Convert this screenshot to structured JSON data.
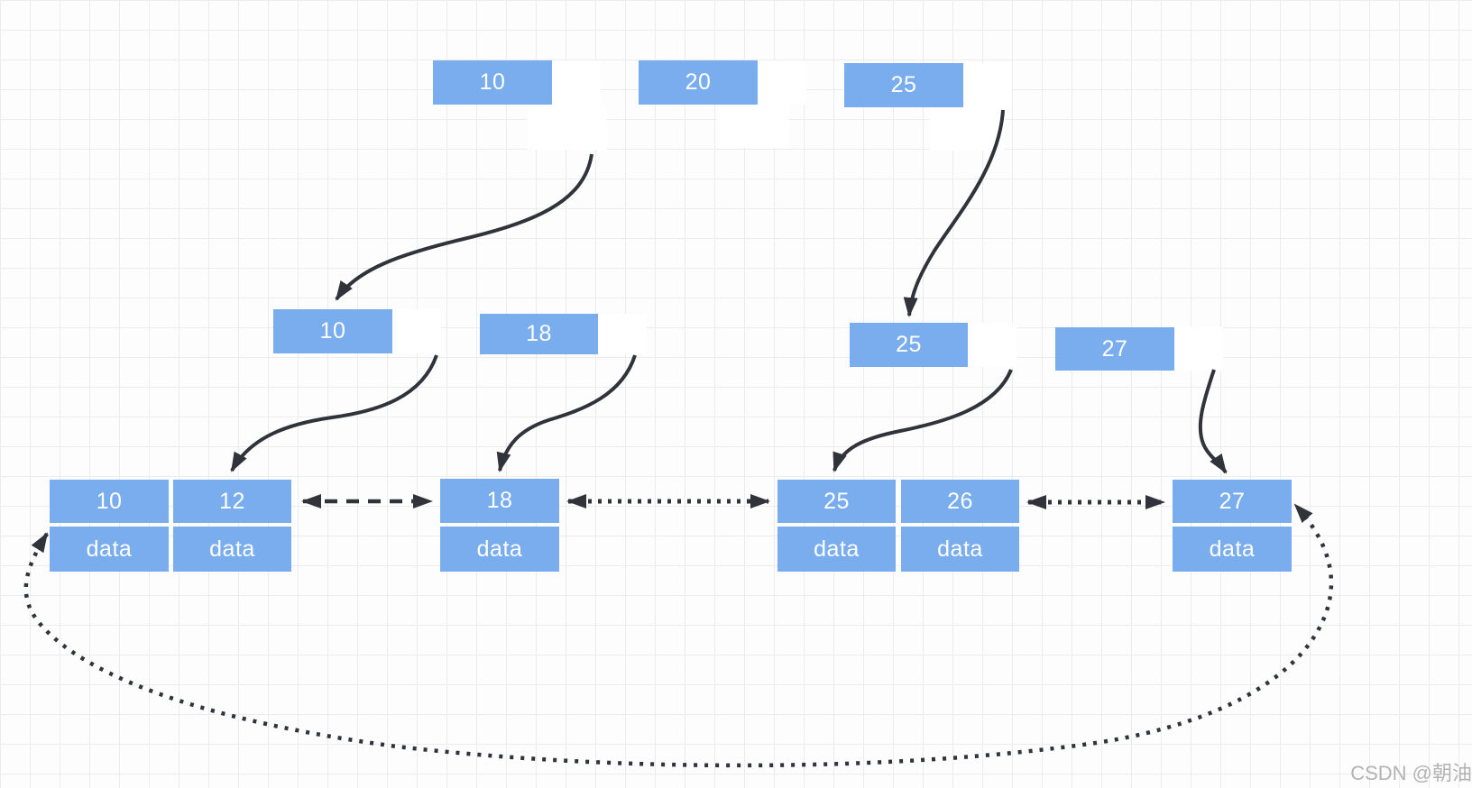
{
  "watermark": "CSDN @朝油",
  "colors": {
    "cell_fill": "#7aaded",
    "cell_text": "#ffffff",
    "arrow": "#30333a",
    "grid": "#ececec",
    "watermark_text": "#b3b3b3"
  },
  "tree": {
    "root": {
      "keys": [
        "10",
        "20",
        "25"
      ]
    },
    "internal": {
      "keys": [
        "10",
        "18",
        "25",
        "27"
      ]
    },
    "leaves": {
      "group1": {
        "keys": [
          "10",
          "12"
        ]
      },
      "group2": {
        "keys": [
          "18"
        ]
      },
      "group3": {
        "keys": [
          "25",
          "26"
        ]
      },
      "group4": {
        "keys": [
          "27"
        ]
      }
    },
    "data_label": "data"
  },
  "links": {
    "parent_child_arrows": [
      {
        "from": "root:10",
        "to": "internal:10",
        "style": "solid-curve"
      },
      {
        "from": "root:25",
        "to": "internal:25",
        "style": "solid-curve"
      },
      {
        "from": "internal:10",
        "to": "leaf:12",
        "style": "solid-curve"
      },
      {
        "from": "internal:18",
        "to": "leaf:18",
        "style": "solid-curve"
      },
      {
        "from": "internal:25",
        "to": "leaf:25",
        "style": "solid-curve"
      },
      {
        "from": "internal:27",
        "to": "leaf:27",
        "style": "solid-curve"
      }
    ],
    "leaf_links": [
      {
        "from": "12",
        "to": "18",
        "style": "dashed",
        "bidirectional": true
      },
      {
        "from": "18",
        "to": "25",
        "style": "dotted",
        "bidirectional": true
      },
      {
        "from": "26",
        "to": "27",
        "style": "dotted",
        "bidirectional": true
      },
      {
        "from": "27",
        "to": "10",
        "style": "dotted",
        "bidirectional": true
      }
    ]
  }
}
